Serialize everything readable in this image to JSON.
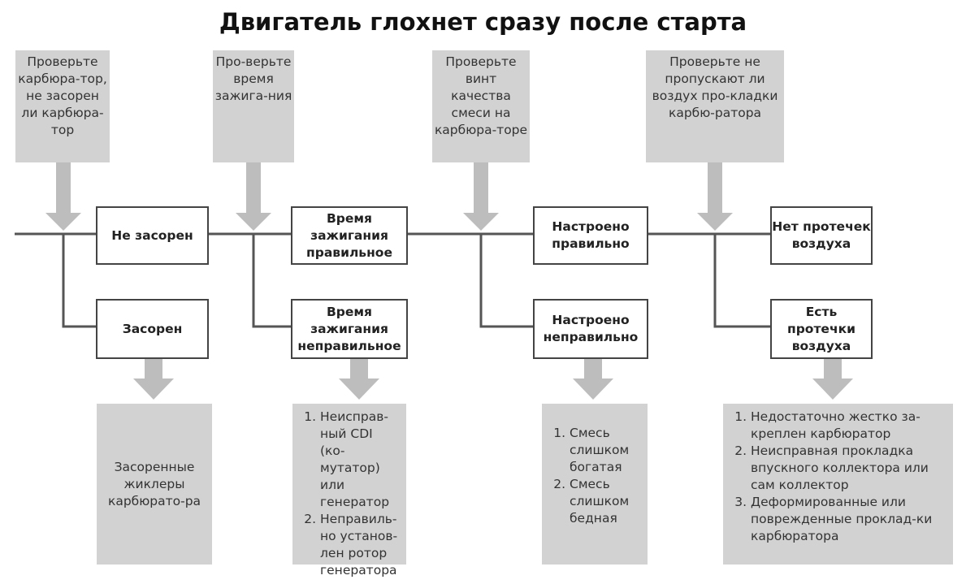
{
  "title": "Двигатель глохнет сразу после старта",
  "checks": [
    "Проверьте карбюра-тор, не засорен ли карбюра-тор",
    "Про-верьте время зажига-ния",
    "Проверьте винт качества смеси на карбюра-торе",
    "Проверьте не пропускают ли воздух про-кладки карбю-ратора"
  ],
  "ok_states": [
    "Не засорен",
    "Время зажигания правильное",
    "Настроено правильно",
    "Нет протечек воздуха"
  ],
  "fault_states": [
    "Засорен",
    "Время зажигания неправильное",
    "Настроено неправильно",
    "Есть протечки воздуха"
  ],
  "causes": {
    "c1": "Засоренные жиклеры карбюрато-ра",
    "c2": [
      "Неисправ-ный CDI (ко-мутатор) или генератор",
      "Неправиль-но установ-лен ротор генератора"
    ],
    "c3": [
      "Смесь слишком богатая",
      "Смесь слишком бедная"
    ],
    "c4": [
      "Недостаточно жестко за-креплен карбюратор",
      "Неисправная прокладка впускного коллектора или сам коллектор",
      "Деформированные или поврежденные проклад-ки карбюратора"
    ]
  },
  "colors": {
    "box_fill": "#d2d2d2",
    "line": "#444444"
  }
}
